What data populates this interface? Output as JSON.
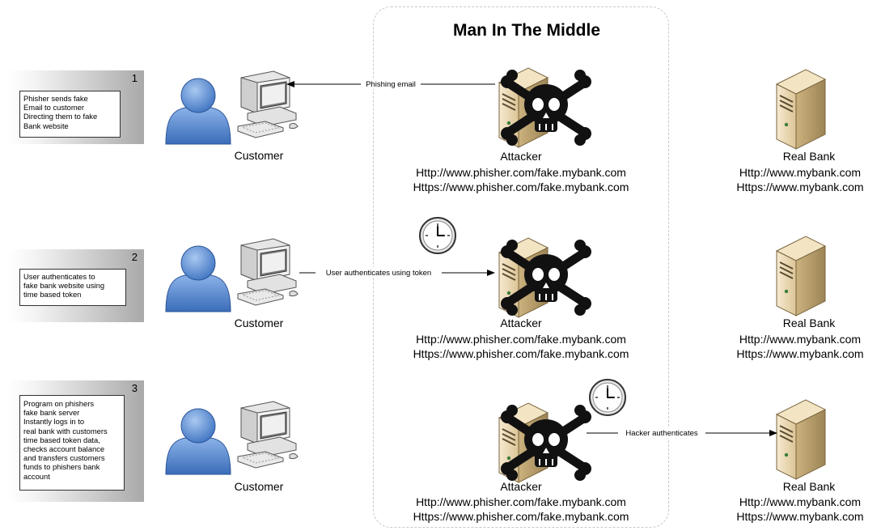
{
  "title": "Man In The Middle",
  "steps": [
    {
      "number": "1",
      "note": [
        "Phisher sends fake",
        "Email to customer",
        "Directing them to fake",
        "Bank website"
      ],
      "customer": "Customer",
      "arrow": "Phishing email",
      "attacker": {
        "name": "Attacker",
        "http": "Http://www.phisher.com/fake.mybank.com",
        "https": "Https://www.phisher.com/fake.mybank.com"
      },
      "bank": {
        "name": "Real Bank",
        "http": "Http://www.mybank.com",
        "https": "Https://www.mybank.com"
      }
    },
    {
      "number": "2",
      "note": [
        "User authenticates to",
        "fake bank website using",
        "time based token"
      ],
      "customer": "Customer",
      "arrow": "User authenticates using token",
      "attacker": {
        "name": "Attacker",
        "http": "Http://www.phisher.com/fake.mybank.com",
        "https": "Https://www.phisher.com/fake.mybank.com"
      },
      "bank": {
        "name": "Real Bank",
        "http": "Http://www.mybank.com",
        "https": "Https://www.mybank.com"
      }
    },
    {
      "number": "3",
      "note": [
        "Program on phishers",
        "fake bank server",
        "Instantly logs in to",
        "real bank with customers",
        "time based token data,",
        "checks account balance",
        "and transfers customers",
        "funds to phishers bank",
        "account"
      ],
      "customer": "Customer",
      "arrow": "Hacker authenticates",
      "attacker": {
        "name": "Attacker",
        "http": "Http://www.phisher.com/fake.mybank.com",
        "https": "Https://www.phisher.com/fake.mybank.com"
      },
      "bank": {
        "name": "Real Bank",
        "http": "Http://www.mybank.com",
        "https": "Https://www.mybank.com"
      }
    }
  ],
  "icons": {
    "customer": "user-icon",
    "computer": "desktop-computer-icon",
    "attacker": "server-with-skull-icon",
    "bank": "server-icon",
    "clock": "clock-icon"
  },
  "colors": {
    "user": "#5b8fd6",
    "server": "#e8d5a8",
    "skull": "#111111"
  }
}
